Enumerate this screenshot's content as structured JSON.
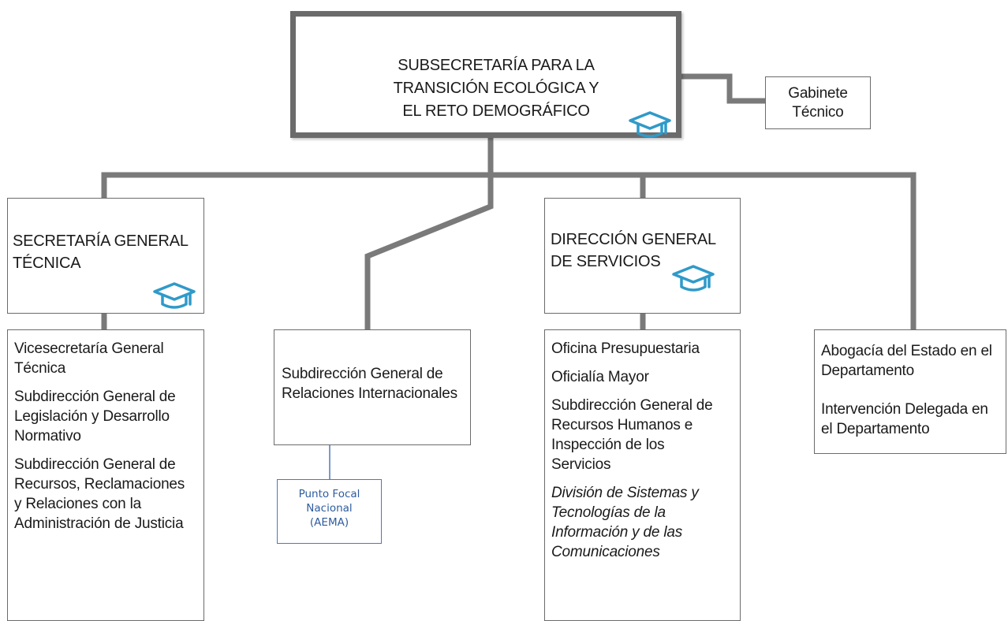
{
  "top": {
    "line1": "SUBSECRETARÍA PARA LA",
    "line2": "TRANSICIÓN ECOLÓGICA Y",
    "line3": "EL RETO DEMOGRÁFICO",
    "icon": "graduation-cap-icon"
  },
  "gabinete": {
    "line1": "Gabinete",
    "line2": "Técnico"
  },
  "sgt": {
    "line1": "SECRETARÍA GENERAL",
    "line2": "TÉCNICA",
    "icon": "graduation-cap-icon"
  },
  "dgs": {
    "line1": "DIRECCIÓN GENERAL",
    "line2": "DE SERVICIOS",
    "icon": "graduation-cap-icon"
  },
  "sgt_units": [
    "Vicesecretaría General Técnica",
    "Subdirección General de Legislación y Desarrollo Normativo",
    "Subdirección General de Recursos, Reclamaciones y Relaciones con la Administración de Justicia"
  ],
  "sgri": {
    "text": "Subdirección General de Relaciones Internacionales"
  },
  "focal": {
    "line1": "Punto Focal",
    "line2": "Nacional",
    "line3": "(AEMA)"
  },
  "dgs_units": [
    "Oficina Presupuestaria",
    "Oficialía Mayor",
    "Subdirección General de Recursos Humanos e Inspección de los Servicios",
    "División de Sistemas y Tecnologías de la Información y de las Comunicaciones"
  ],
  "abogacia_units": [
    "Abogacía del Estado en el Departamento",
    "Intervención Delegada en el Departamento"
  ],
  "colors": {
    "line": "#7a7a7a",
    "border": "#6b6b6b",
    "icon": "#2f9ac9",
    "focal": "#2e5c9e"
  }
}
